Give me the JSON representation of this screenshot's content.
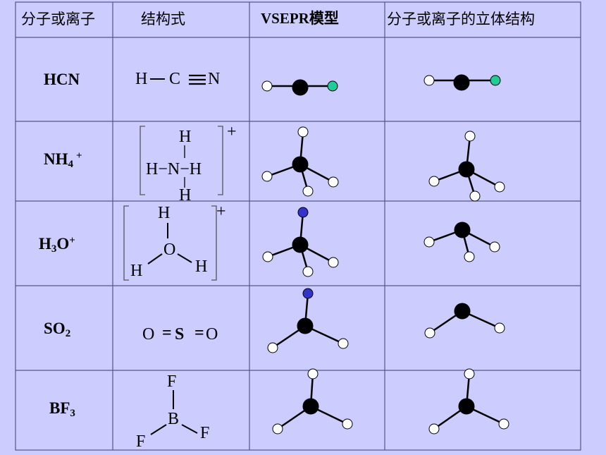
{
  "headers": [
    "分子或离子",
    "结构式",
    "VSEPR模型",
    "分子或离子的立体结构"
  ],
  "rows": [
    {
      "name": "HCN",
      "name_sub": "",
      "name_tail": "",
      "name_sup": ""
    },
    {
      "name": "NH",
      "name_sub": "4",
      "name_tail": "",
      "name_sup": "+"
    },
    {
      "name": "H",
      "name_sub": "3",
      "name_tail": "O",
      "name_sup": "+"
    },
    {
      "name": "SO",
      "name_sub": "2",
      "name_tail": "",
      "name_sup": ""
    },
    {
      "name": "BF",
      "name_sub": "3",
      "name_tail": "",
      "name_sup": ""
    }
  ],
  "formulas": {
    "hcn": {
      "h": "H",
      "c": "C",
      "n": "N"
    },
    "nh4": {
      "top": "H",
      "middle": "H−N−H",
      "bottom": "H",
      "charge": "+"
    },
    "h3o": {
      "top": "H",
      "o": "O",
      "left": "H",
      "right": "H",
      "charge": "+"
    },
    "so2": {
      "o1": "O",
      "eq1": "=",
      "s": "S",
      "eq2": "=",
      "o2": "O"
    },
    "bf3": {
      "top": "F",
      "b": "B",
      "left": "F",
      "right": "F"
    }
  },
  "colors": {
    "background": "#ccccff",
    "grid": "#555588",
    "atom_center": "#000000",
    "atom_outer": "#ffffff",
    "lone_pair_teal": "#22cc99",
    "lone_pair_blue": "#3333cc"
  }
}
